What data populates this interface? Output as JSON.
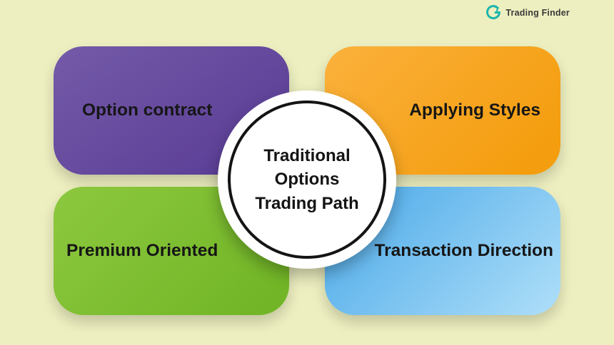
{
  "page": {
    "background": "#edefc0"
  },
  "logo": {
    "text": "Trading Finder",
    "icon_color": "#1fb5ad",
    "text_color": "#3a3a3a"
  },
  "center": {
    "line1": "Traditional Options",
    "line2": "Trading Path",
    "fill": "#ffffff",
    "ring_color": "#141414",
    "text_color": "#141414"
  },
  "cards": [
    {
      "label": "Option contract",
      "position": "top-left",
      "color": "#63479e",
      "gradient": [
        "#745aa8",
        "#5c3f97"
      ]
    },
    {
      "label": "Applying Styles",
      "position": "top-right",
      "color": "#f6a417",
      "gradient": [
        "#fbb13c",
        "#f49d0e"
      ]
    },
    {
      "label": "Premium Oriented",
      "position": "bottom-left",
      "color": "#7fc133",
      "gradient": [
        "#8dc83f",
        "#72b627"
      ]
    },
    {
      "label": "Transaction Direction",
      "position": "bottom-right",
      "color": "#63b5ea",
      "gradient": [
        "#47a7e8",
        "#aadcf8"
      ]
    }
  ]
}
